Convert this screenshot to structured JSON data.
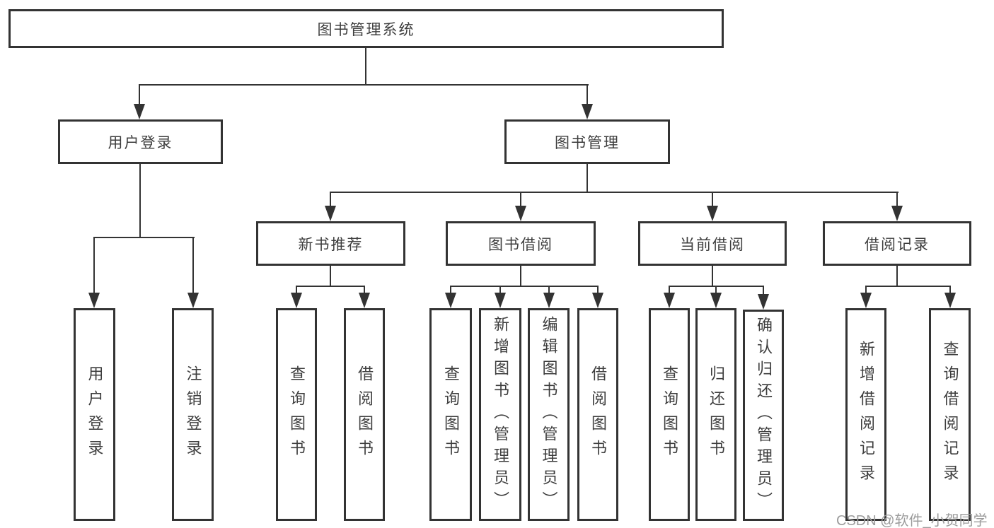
{
  "diagram": {
    "root": "图书管理系统",
    "user_login": {
      "label": "用户登录",
      "children": [
        "用户登录",
        "注销登录"
      ]
    },
    "book_management": {
      "label": "图书管理",
      "sections": [
        {
          "label": "新书推荐",
          "children": [
            "查询图书",
            "借阅图书"
          ]
        },
        {
          "label": "图书借阅",
          "children": [
            "查询图书",
            "新增图书（管理员）",
            "编辑图书（管理员）",
            "借阅图书"
          ]
        },
        {
          "label": "当前借阅",
          "children": [
            "查询图书",
            "归还图书",
            "确认归还（管理员）"
          ]
        },
        {
          "label": "借阅记录",
          "children": [
            "新增借阅记录",
            "查询借阅记录"
          ]
        }
      ]
    }
  },
  "watermark": "CSDN @软件_小贺同学",
  "colors": {
    "line": "#333333",
    "text": "#3d3d3d",
    "watermark": "#9c9c9c",
    "background": "#ffffff"
  }
}
